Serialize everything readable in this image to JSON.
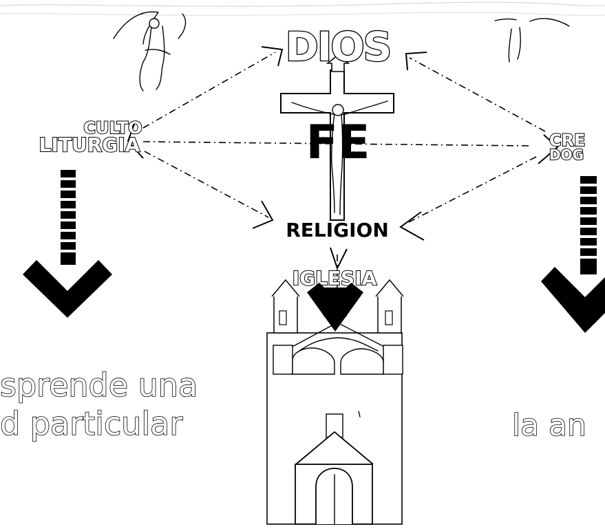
{
  "diagram": {
    "top": {
      "label": "DIOS"
    },
    "center": {
      "label": "FE"
    },
    "left_node": {
      "line1": "CULTO",
      "line2": "LITURGIA"
    },
    "right_node": {
      "line1": "CRE",
      "line2": "DOG"
    },
    "middle_node": {
      "label": "RELIGION"
    },
    "church_label": {
      "label": "IGLESIA"
    },
    "left_caption": {
      "line1": "sprende una",
      "line2": "d particular"
    },
    "right_caption": {
      "line1": "la an"
    }
  }
}
